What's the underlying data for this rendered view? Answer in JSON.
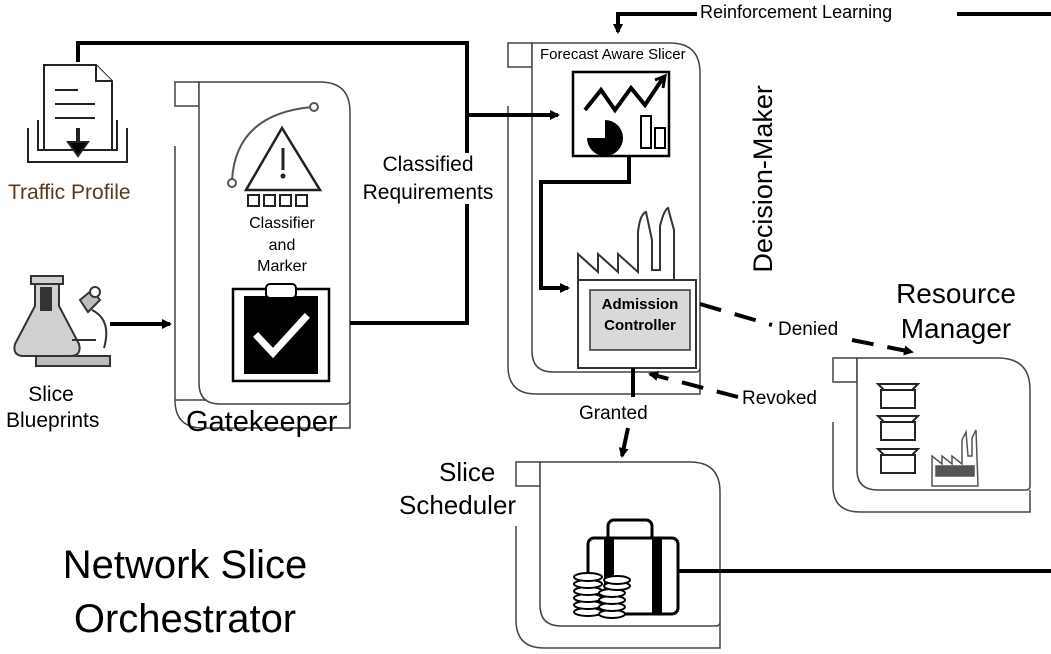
{
  "labels": {
    "traffic_profile": "Traffic Profile",
    "slice_blueprints_1": "Slice",
    "slice_blueprints_2": "Blueprints",
    "classifier_1": "Classifier",
    "classifier_2": "and",
    "classifier_3": "Marker",
    "gatekeeper": "Gatekeeper",
    "classified_1": "Classified",
    "classified_2": "Requirements",
    "forecast_aware_slicer": "Forecast Aware Slicer",
    "decision_maker": "Decision-Maker",
    "admission_1": "Admission",
    "admission_2": "Controller",
    "reinforcement_learning": "Reinforcement Learning",
    "resource_manager_1": "Resource",
    "resource_manager_2": "Manager",
    "denied": "Denied",
    "revoked": "Revoked",
    "granted": "Granted",
    "slice_scheduler_1": "Slice",
    "slice_scheduler_2": "Scheduler",
    "orchestrator_1": "Network Slice",
    "orchestrator_2": "Orchestrator"
  },
  "colors": {
    "traffic_profile_text": "#5a3a1e",
    "panel_fill": "#ffffff",
    "panel_stroke": "#444444",
    "icon_gray": "#cfcfcf",
    "controller_fill": "#d9d9d9"
  }
}
